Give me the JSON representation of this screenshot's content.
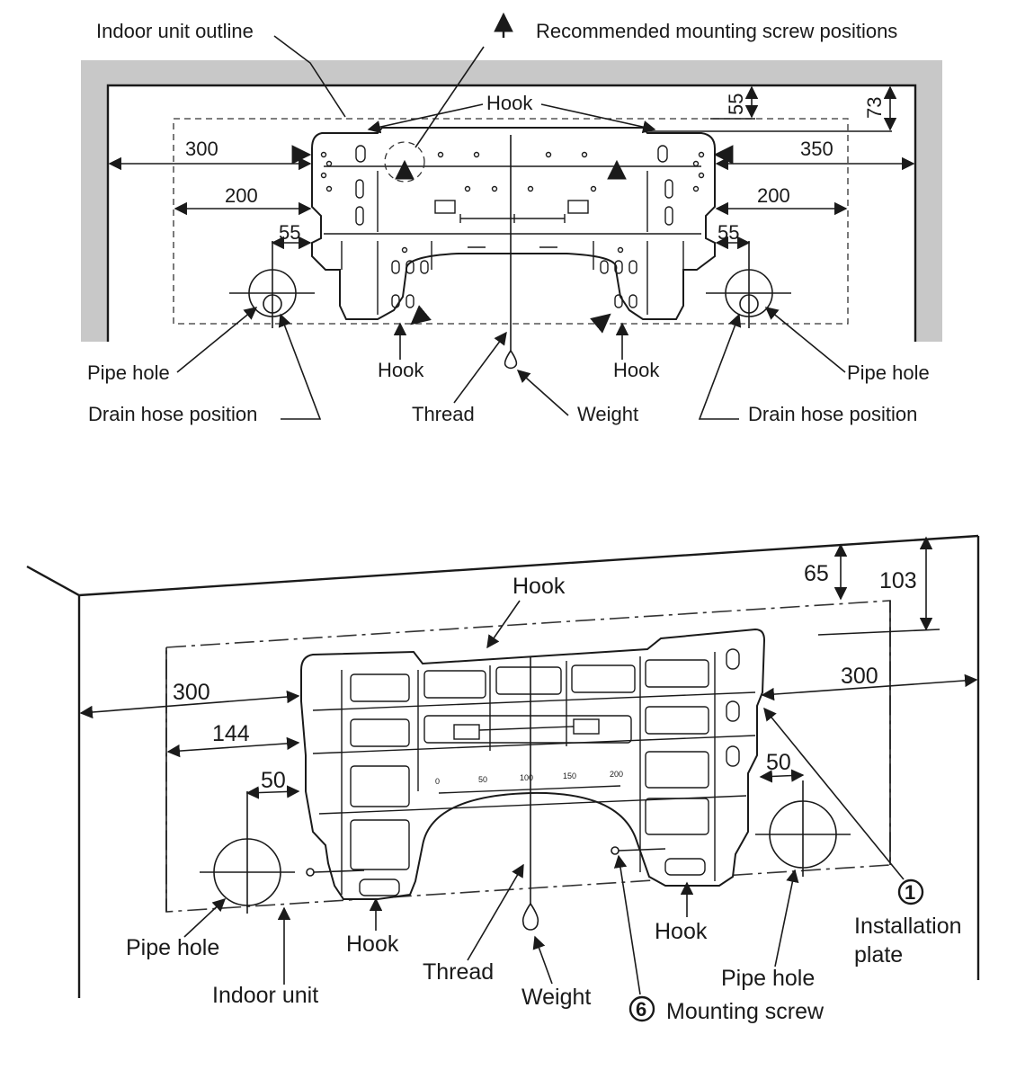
{
  "top_diagram": {
    "labels": {
      "indoor_unit_outline": "Indoor unit outline",
      "recommended_screws": "Recommended mounting screw positions",
      "hook_top": "Hook",
      "hook_bottom_left": "Hook",
      "hook_bottom_right": "Hook",
      "pipe_hole_left": "Pipe hole",
      "pipe_hole_right": "Pipe hole",
      "drain_left": "Drain hose position",
      "drain_right": "Drain hose position",
      "thread": "Thread",
      "weight": "Weight"
    },
    "dimensions": {
      "d_left_300": "300",
      "d_right_350": "350",
      "d_left_200": "200",
      "d_right_200": "200",
      "d_left_55": "55",
      "d_right_55": "55",
      "d_top_55": "55",
      "d_top_73": "73"
    }
  },
  "bottom_diagram": {
    "labels": {
      "hook_top": "Hook",
      "hook_bottom_left": "Hook",
      "hook_bottom_right": "Hook",
      "pipe_hole_left": "Pipe hole",
      "pipe_hole_right": "Pipe hole",
      "indoor_unit": "Indoor unit",
      "thread": "Thread",
      "weight": "Weight",
      "installation_plate_1": "Installation",
      "installation_plate_2": "plate",
      "mounting_screw": "Mounting screw",
      "marker_1": "1",
      "marker_6": "6"
    },
    "dimensions": {
      "d_top_65": "65",
      "d_top_103": "103",
      "d_left_300": "300",
      "d_right_300": "300",
      "d_left_144": "144",
      "d_left_50": "50",
      "d_right_50": "50"
    },
    "scale_ticks": [
      "0",
      "50",
      "100",
      "150",
      "200"
    ]
  }
}
